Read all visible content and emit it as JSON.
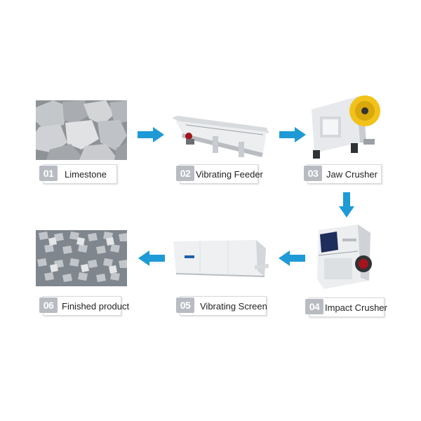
{
  "colors": {
    "arrow": "#1e9ad6",
    "badge": "#b8bcc2",
    "machine": "#e9ebee",
    "flywheel": "#f2c21a"
  },
  "steps": [
    {
      "num": "01",
      "label": "Limestone",
      "icon": "limestone-rocks"
    },
    {
      "num": "02",
      "label": "Vibrating Feeder",
      "icon": "vibrating-feeder"
    },
    {
      "num": "03",
      "label": "Jaw Crusher",
      "icon": "jaw-crusher"
    },
    {
      "num": "04",
      "label": "Impact Crusher",
      "icon": "impact-crusher"
    },
    {
      "num": "05",
      "label": "Vibrating Screen",
      "icon": "vibrating-screen"
    },
    {
      "num": "06",
      "label": "Finished product",
      "icon": "crushed-gravel"
    }
  ]
}
